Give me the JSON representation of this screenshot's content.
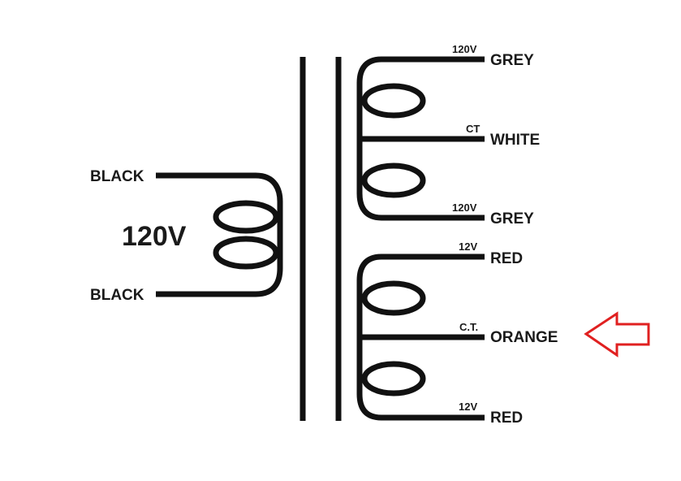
{
  "primary": {
    "voltage": "120V",
    "top_wire": "BLACK",
    "bottom_wire": "BLACK"
  },
  "secondary_high": {
    "top_voltage": "120V",
    "top_wire": "GREY",
    "center_tap": "CT",
    "center_wire": "WHITE",
    "bottom_voltage": "120V",
    "bottom_wire": "GREY"
  },
  "secondary_low": {
    "top_voltage": "12V",
    "top_wire": "RED",
    "center_tap": "C.T.",
    "center_wire": "ORANGE",
    "bottom_voltage": "12V",
    "bottom_wire": "RED"
  },
  "colors": {
    "wire": "#111111",
    "arrow": "#e02020"
  },
  "pointer": {
    "icon": "arrow-left-outline-icon",
    "target": "ORANGE"
  }
}
